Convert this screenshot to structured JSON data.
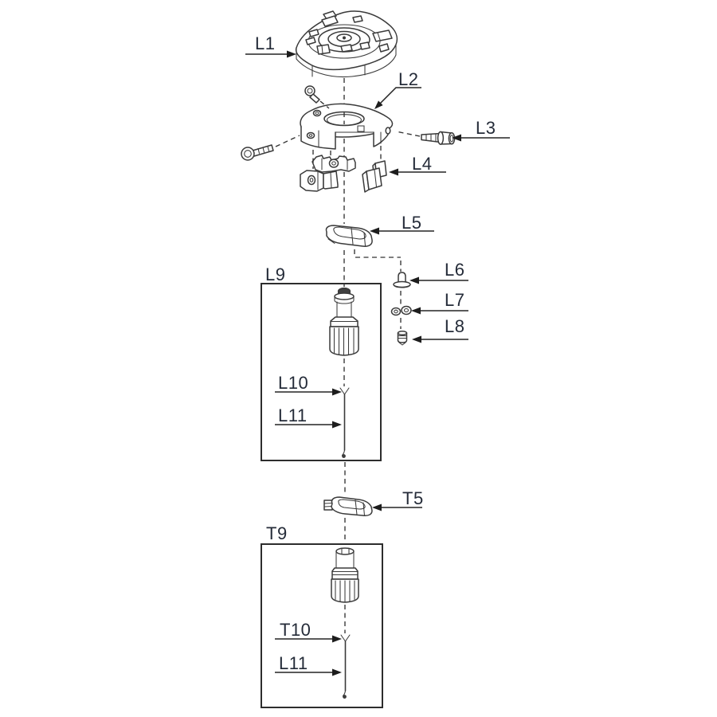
{
  "colors": {
    "label_text": "#242b38",
    "line": "#2e2e2e"
  },
  "labels": {
    "l1": "L1",
    "l2": "L2",
    "l3": "L3",
    "l4": "L4",
    "l5": "L5",
    "l6": "L6",
    "l7": "L7",
    "l8": "L8",
    "l9": "L9",
    "l10": "L10",
    "l11": "L11",
    "t5": "T5",
    "t9": "T9",
    "t10": "T10",
    "l11_t": "L11"
  }
}
